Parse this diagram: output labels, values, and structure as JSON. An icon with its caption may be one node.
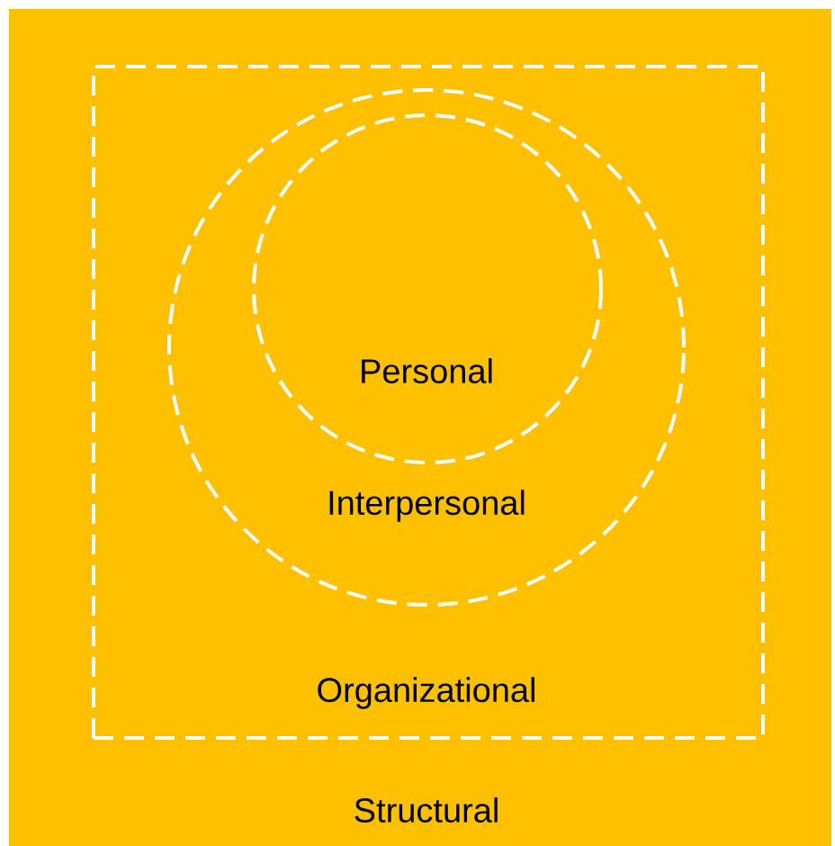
{
  "diagram": {
    "nodes": [
      {
        "text": [
          "Structural"
        ]
      },
      {
        "text": [
          "Organizational"
        ],
        "in": 0
      },
      {
        "text": [
          "Interpersonal"
        ],
        "in": 1
      },
      {
        "text": [
          "Personal"
        ],
        "in": 2
      }
    ]
  }
}
